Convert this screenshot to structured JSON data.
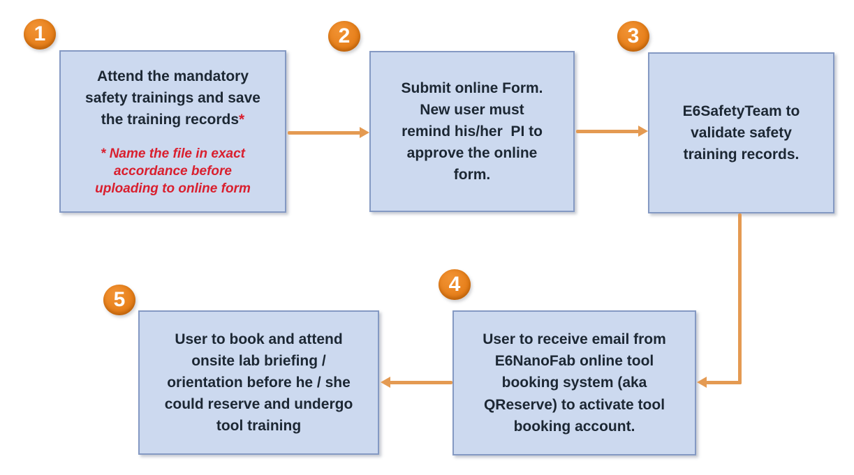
{
  "diagram": {
    "type": "flowchart",
    "colors": {
      "box_fill": "#ccd9ef",
      "box_border": "#8499c3",
      "badge_orange": "#e8821e",
      "badge_rim": "#c96a10",
      "arrow_orange": "#e49a52",
      "text_dark": "#1c2733",
      "note_red": "#d91f2e",
      "background": "#ffffff"
    },
    "steps": [
      {
        "number": "1",
        "text": "Attend the mandatory safety trainings and save the training records",
        "asterisk": "*",
        "note": "* Name the file in exact accordance before uploading to online form"
      },
      {
        "number": "2",
        "text": "Submit online Form. New user must remind his/her  PI to approve the online form."
      },
      {
        "number": "3",
        "text": "E6SafetyTeam to validate safety training records."
      },
      {
        "number": "4",
        "text_before_bold": "User to receive email from E6NanoFab online tool booking system (aka QReserve) to ",
        "bold_word": "activate",
        "text_after_bold": " tool booking account."
      },
      {
        "number": "5",
        "text": "User to book and attend onsite lab briefing / orientation before he / she could reserve and undergo tool training"
      }
    ],
    "connectors": [
      {
        "from": "1",
        "to": "2",
        "direction": "right"
      },
      {
        "from": "2",
        "to": "3",
        "direction": "right"
      },
      {
        "from": "3",
        "to": "4",
        "direction": "down-then-left"
      },
      {
        "from": "4",
        "to": "5",
        "direction": "left"
      }
    ]
  }
}
